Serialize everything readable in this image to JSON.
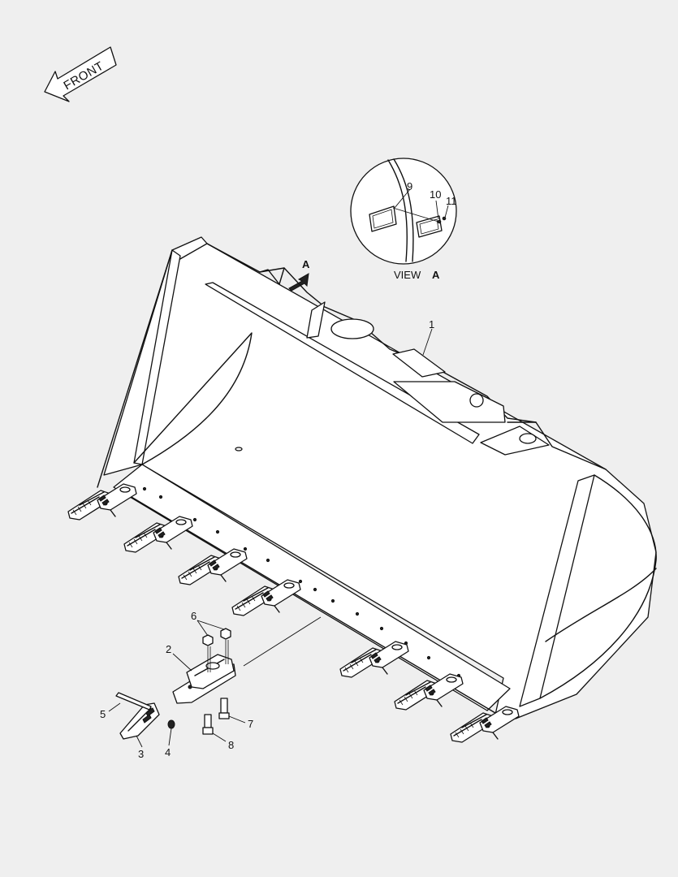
{
  "front_arrow": {
    "text": "FRONT"
  },
  "view": {
    "label": "VIEW",
    "letter": "A"
  },
  "view_pointer": {
    "letter": "A"
  },
  "callouts": [
    {
      "id": "c1",
      "text": "1"
    },
    {
      "id": "c2",
      "text": "2"
    },
    {
      "id": "c3",
      "text": "3"
    },
    {
      "id": "c4",
      "text": "4"
    },
    {
      "id": "c5",
      "text": "5"
    },
    {
      "id": "c6",
      "text": "6"
    },
    {
      "id": "c7",
      "text": "7"
    },
    {
      "id": "c8",
      "text": "8"
    },
    {
      "id": "c9",
      "text": "9"
    },
    {
      "id": "c10",
      "text": "10"
    },
    {
      "id": "c11",
      "text": "11"
    }
  ]
}
